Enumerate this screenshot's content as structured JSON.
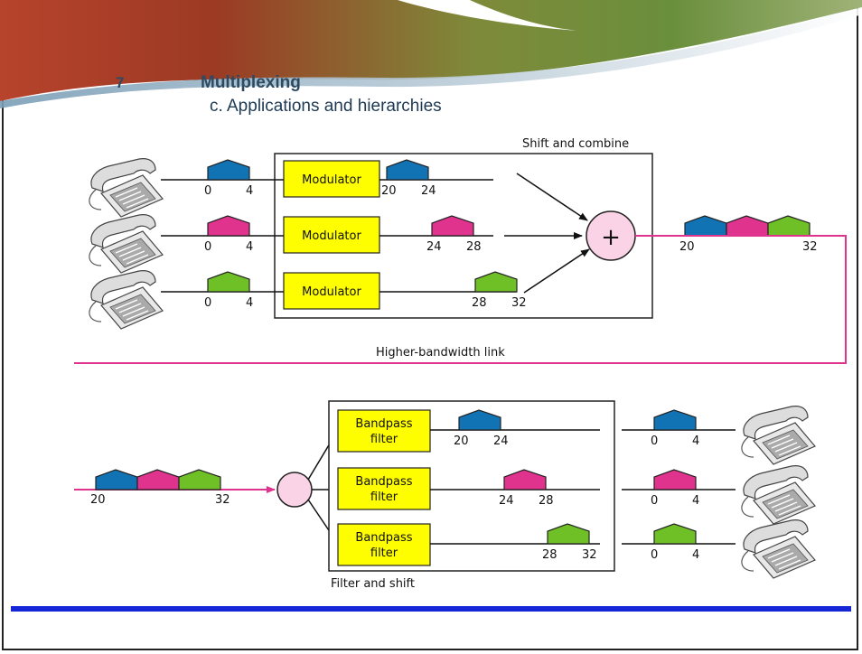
{
  "slide": {
    "number": "7",
    "title": "Multiplexing",
    "subtitle": "c. Applications and hierarchies"
  },
  "diagram": {
    "top_box_label": "Shift and combine",
    "bottom_box_label": "Filter and shift",
    "link_label": "Higher-bandwidth link",
    "modulator_label": "Modulator",
    "bandpass_label_line1": "Bandpass",
    "bandpass_label_line2": "filter",
    "combiner_symbol": "+",
    "input_band": {
      "low": "0",
      "high": "4"
    },
    "channels": [
      {
        "color": "#1273b4",
        "low": "20",
        "high": "24"
      },
      {
        "color": "#e0338d",
        "low": "24",
        "high": "28"
      },
      {
        "color": "#6fbf27",
        "low": "28",
        "high": "32"
      }
    ],
    "combined_band": {
      "low": "20",
      "high": "32"
    },
    "colors": {
      "modulator_fill": "#fefe00",
      "link": "#e0338d",
      "combiner_fill": "#fbd3e6",
      "title": "#2d4a63",
      "bottom_bar": "#1426d6"
    }
  }
}
